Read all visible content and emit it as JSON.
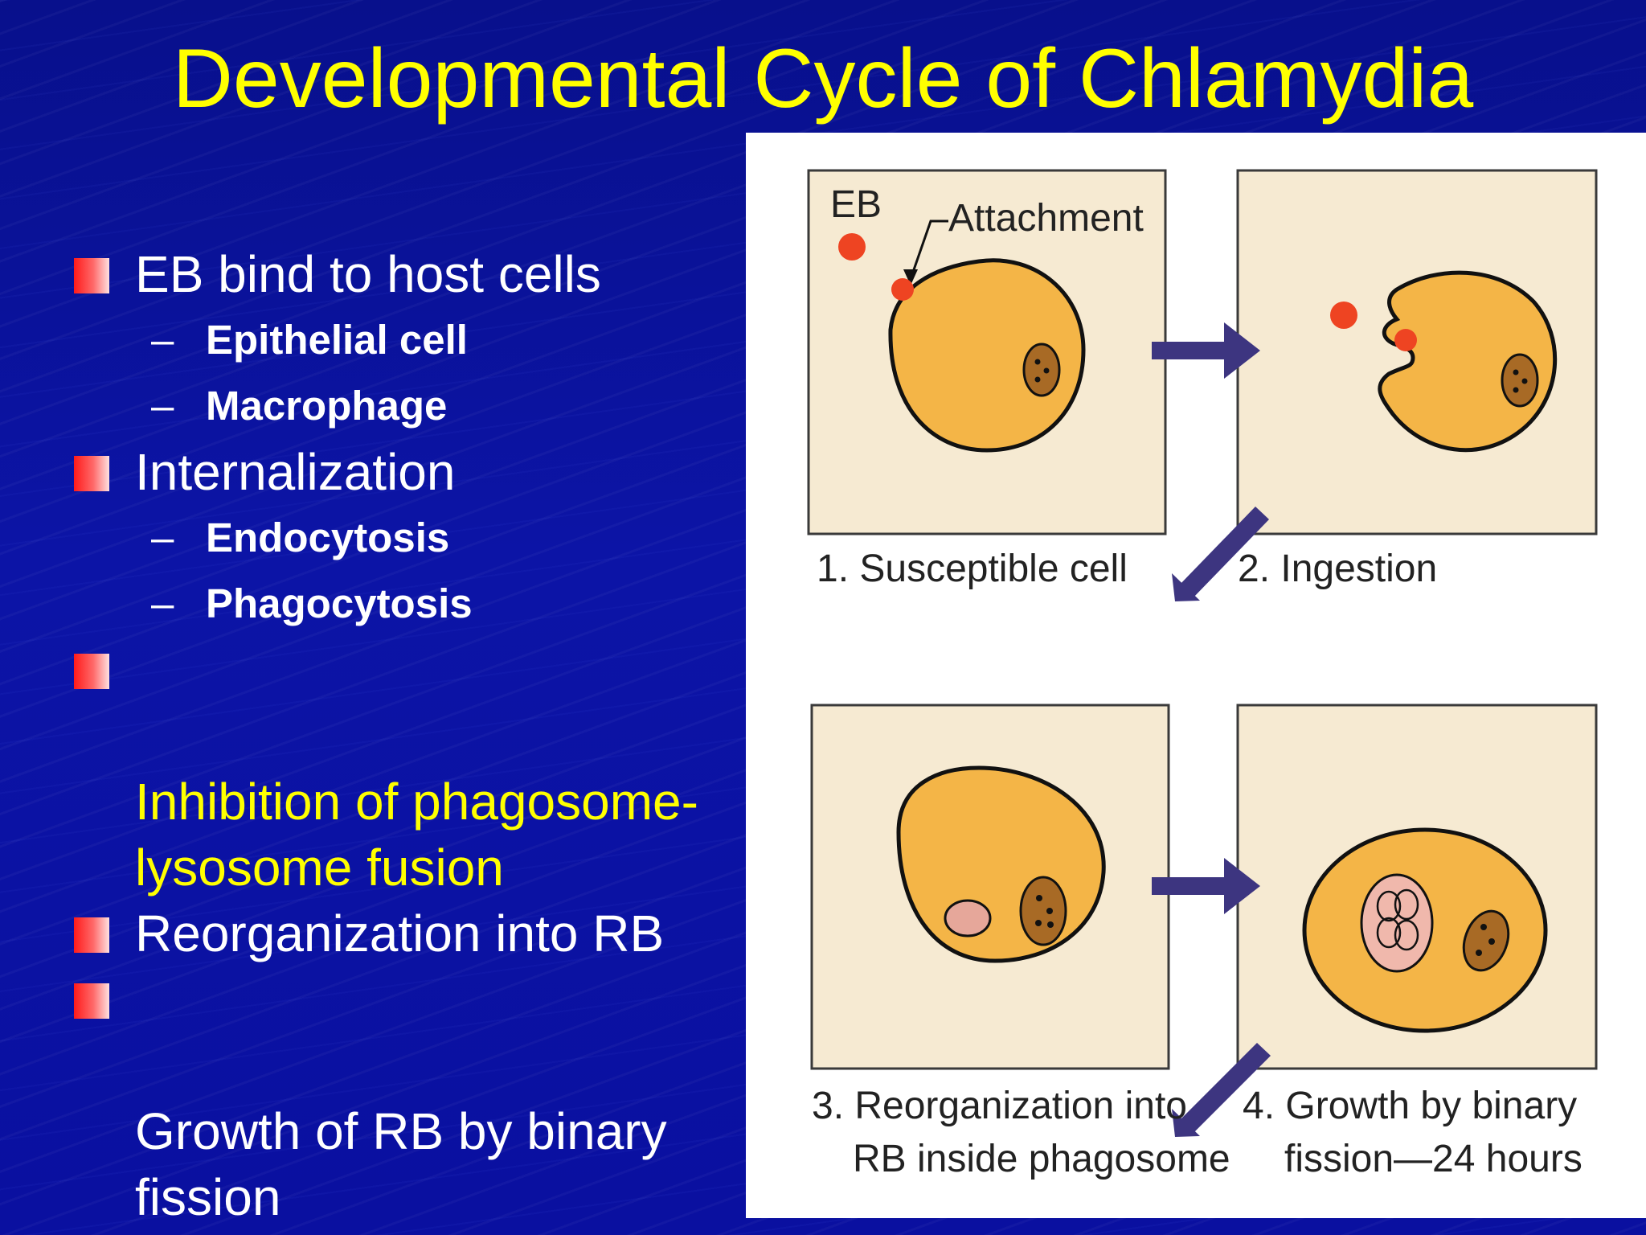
{
  "title": "Developmental Cycle of Chlamydia",
  "bullets": [
    {
      "text": "EB bind to host cells",
      "subs": [
        "Epithelial cell",
        "Macrophage"
      ]
    },
    {
      "text": "Internalization",
      "subs": [
        "Endocytosis",
        "Phagocytosis"
      ]
    },
    {
      "text": "Inhibition of phagosome-\nlysosome fusion",
      "highlight": true
    },
    {
      "text": "Reorganization into RB"
    },
    {
      "text": "Growth of RB by binary\nfission"
    }
  ],
  "dash": "–",
  "figure": {
    "eb_label": "EB",
    "attachment_label": "Attachment",
    "caption_1": "1. Susceptible cell",
    "caption_2": "2. Ingestion",
    "caption_3_line1": "3. Reorganization into",
    "caption_3_line2": "RB inside phagosome",
    "caption_4_line1": "4. Growth by binary",
    "caption_4_line2": "fission—24 hours"
  },
  "colors": {
    "background": "#0a0e9a",
    "title": "#ffff00",
    "text": "#ffffff",
    "highlight": "#ffff00",
    "bullet_marker": "#ff1a1a",
    "panel": "#f6ead2",
    "cell": "#f4b547",
    "eb": "#ee4422",
    "nucleus": "#a86a25",
    "arrow": "#3d3580"
  }
}
